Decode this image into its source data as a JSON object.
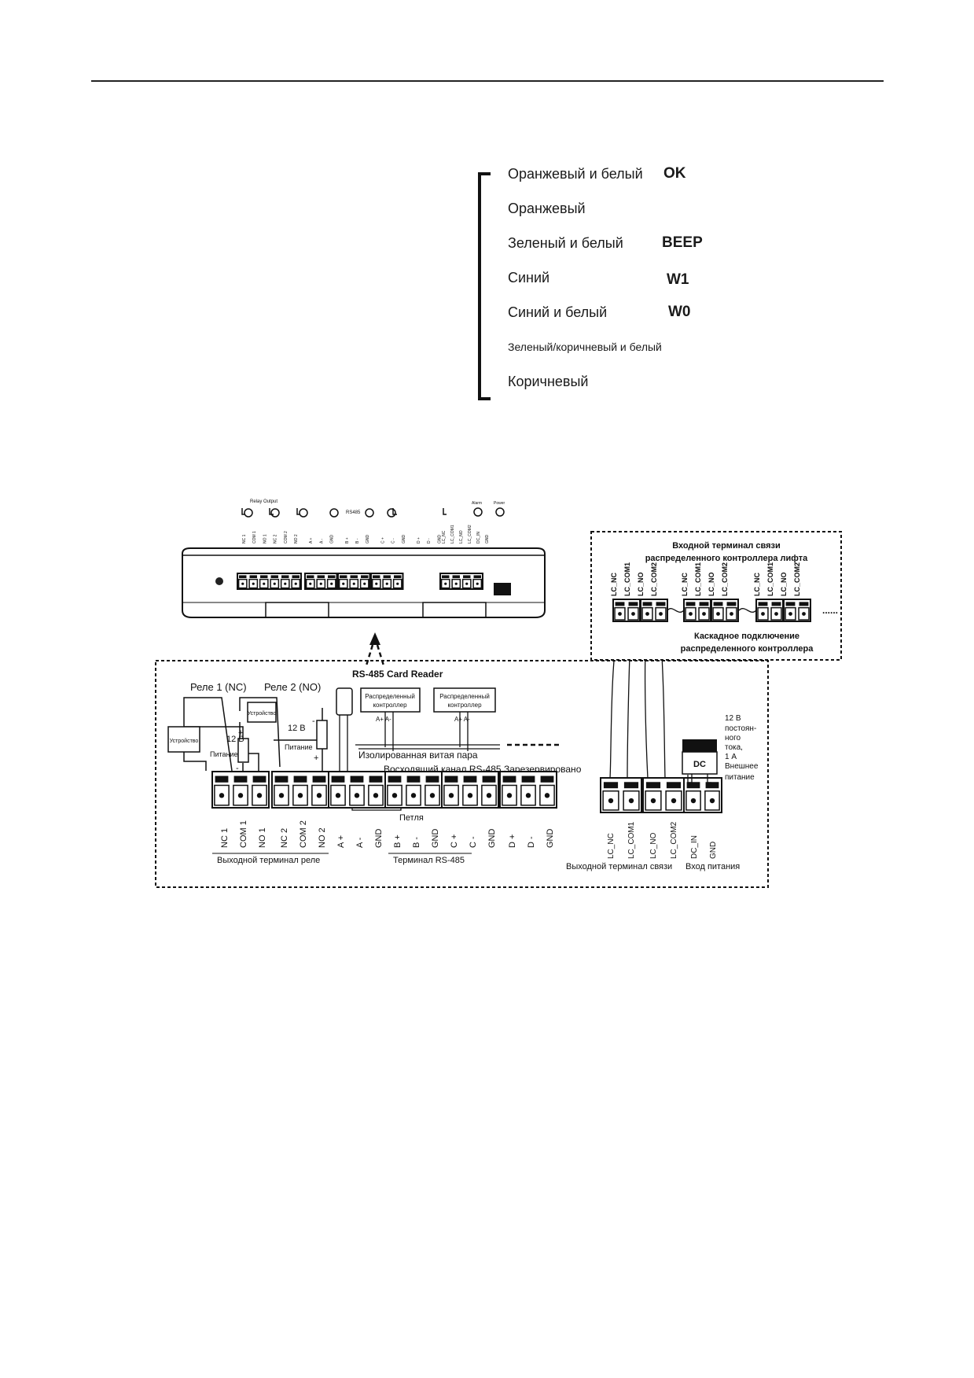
{
  "legend": {
    "rows": [
      {
        "label": "Оранжевый и белый",
        "code": "OK"
      },
      {
        "label": "Оранжевый",
        "code": ""
      },
      {
        "label": "Зеленый и белый",
        "code": "BEEP"
      },
      {
        "label": "Синий",
        "code": "W1"
      },
      {
        "label": "Синий и белый",
        "code": "W0"
      },
      {
        "label": "Зеленый/коричневый и белый",
        "code": ""
      },
      {
        "label": "Коричневый",
        "code": ""
      }
    ]
  },
  "device": {
    "label_relay_output": "Relay Output",
    "label_rs485": "RS485",
    "label_alarm": "Alarm",
    "label_power": "Power",
    "pins_left": [
      "NC 1",
      "COM 1",
      "NO 1",
      "NC 2",
      "COM 2",
      "NO 2",
      "A +",
      "A -",
      "GND",
      "B +",
      "B -",
      "GND",
      "C +",
      "C -",
      "GND",
      "D +",
      "D -",
      "GND"
    ],
    "pins_right": [
      "LC_NC",
      "LC_COM1",
      "LC_NO",
      "LC_COM2",
      "DC_IN",
      "GND"
    ]
  },
  "diagram": {
    "card_reader": "RS-485 Card Reader",
    "relay1": "Реле 1 (NC)",
    "relay2": "Реле 2 (NO)",
    "device1": "Устройство",
    "device2": "Устройство",
    "psu1_voltage": "12 В",
    "psu1_label": "Питание",
    "psu2_voltage": "12 В",
    "psu2_label": "Питание",
    "plus": "+",
    "minus": "-",
    "dist_ctrl_1": [
      "Распределенный",
      "контроллер"
    ],
    "dist_ctrl_2": [
      "Распределенный",
      "контроллер"
    ],
    "bus_a_labels": "A+ A-",
    "bus_b_labels": "A+ A-",
    "twisted_pair": "Изолированная витая пара",
    "uplink": "Восходящий канал RS-485",
    "reserved": "Зарезервировано",
    "loop": "Петля",
    "relay_pins": [
      "NC 1",
      "COM 1",
      "NO 1",
      "NC 2",
      "COM 2",
      "NO 2"
    ],
    "rs485_pins": [
      "A +",
      "A -",
      "GND",
      "B +",
      "B -",
      "GND",
      "C +",
      "C -",
      "GND",
      "D +",
      "D -",
      "GND"
    ],
    "relay_terminal_caption": "Выходной терминал реле",
    "rs485_terminal_caption": "Терминал RS-485",
    "lc_pins": [
      "LC_NC",
      "LC_COM1",
      "LC_NO",
      "LC_COM2"
    ],
    "power_pins": [
      "DC_IN",
      "GND"
    ],
    "lc_output_caption": "Выходной терминал связи",
    "power_input_caption": "Вход питания",
    "dc_box": "DC",
    "power_note": [
      "12 В",
      "постоян-",
      "ного",
      "тока,",
      "1 А",
      "Внешнее",
      "питание"
    ]
  },
  "inset": {
    "title": [
      "Входной терминал связи",
      "распределенного контроллера лифта"
    ],
    "pins": [
      "LC_NC",
      "LC_COM1",
      "LC_NO",
      "LC_COM2"
    ],
    "ellipsis": "......",
    "cascade": [
      "Каскадное подключение",
      "распределенного контроллера"
    ]
  }
}
